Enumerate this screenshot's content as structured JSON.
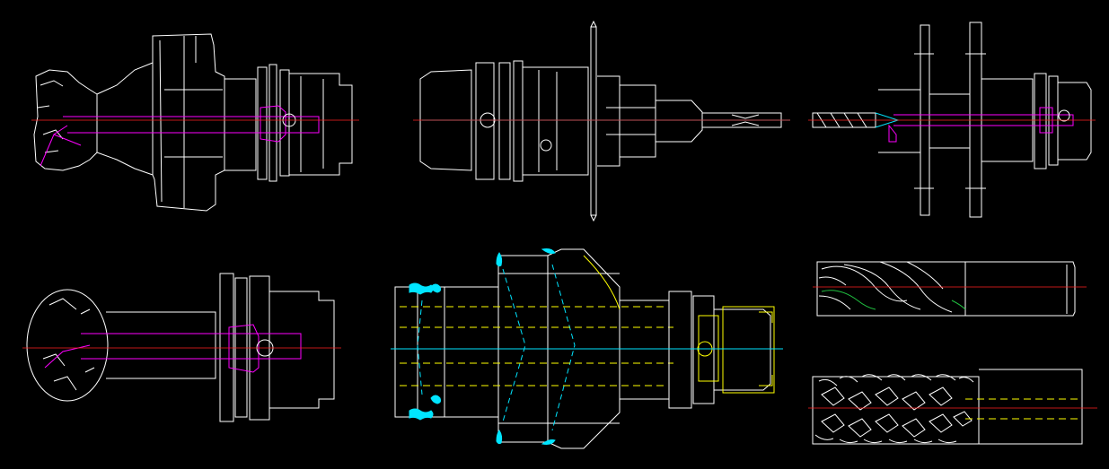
{
  "viewport": {
    "background": "#000000"
  },
  "colors": {
    "outline": "#ffffff",
    "centerline": "#ff2020",
    "coolant": "#ff00ff",
    "hidden": "#00e5ff",
    "dimension": "#ffff00",
    "flute": "#20c040"
  },
  "drawings": [
    {
      "id": "face-mill-holder"
    },
    {
      "id": "slitting-saw-arbor"
    },
    {
      "id": "disc-cutter-arbor"
    },
    {
      "id": "ball-nose-holder"
    },
    {
      "id": "boring-head"
    },
    {
      "id": "helical-end-mill"
    },
    {
      "id": "roughing-end-mill"
    }
  ]
}
